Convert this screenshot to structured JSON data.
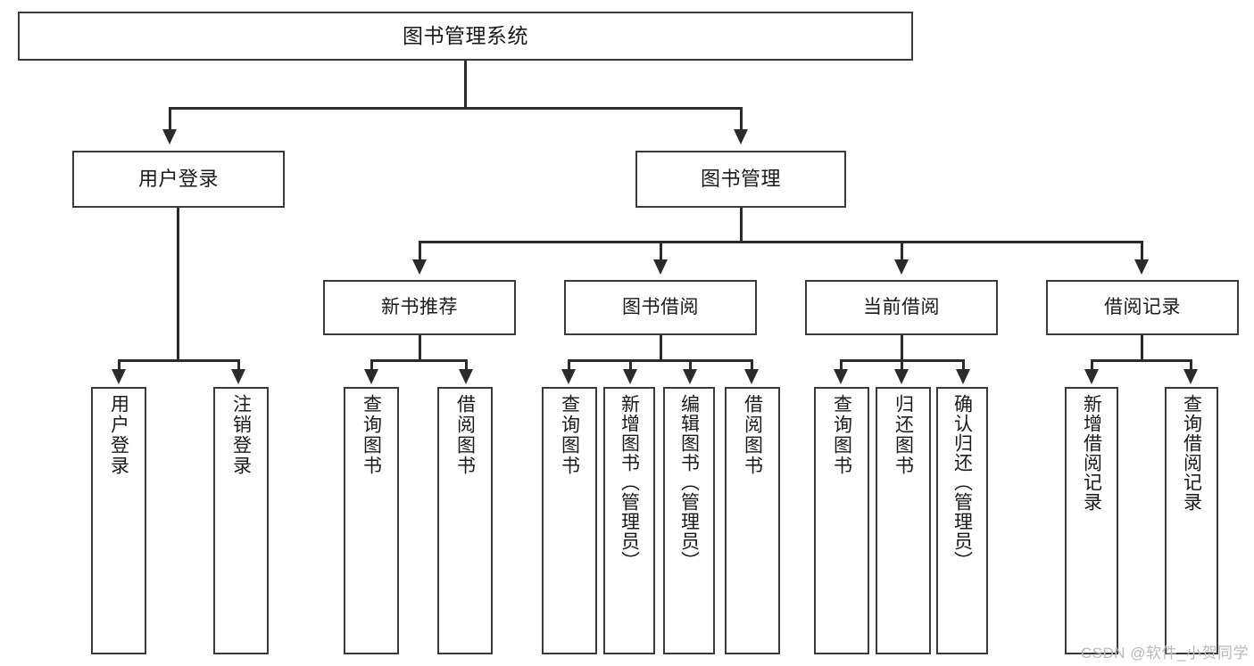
{
  "diagram": {
    "title": "图书管理系统",
    "type": "functional-structure-tree",
    "watermark": "CSDN @软件_小贺同学"
  },
  "root": {
    "label": "图书管理系统"
  },
  "level2": [
    {
      "label": "用户登录"
    },
    {
      "label": "图书管理"
    }
  ],
  "level3": [
    {
      "label": "新书推荐"
    },
    {
      "label": "图书借阅"
    },
    {
      "label": "当前借阅"
    },
    {
      "label": "借阅记录"
    }
  ],
  "leaves": {
    "user_login": [
      {
        "label": "用户登录"
      },
      {
        "label": "注销登录"
      }
    ],
    "new_book": [
      {
        "label": "查询图书"
      },
      {
        "label": "借阅图书"
      }
    ],
    "book_borrow": [
      {
        "label": "查询图书"
      },
      {
        "label": "新增图书（管理员）"
      },
      {
        "label": "编辑图书（管理员）"
      },
      {
        "label": "借阅图书"
      }
    ],
    "current_borrow": [
      {
        "label": "查询图书"
      },
      {
        "label": "归还图书"
      },
      {
        "label": "确认归还（管理员）"
      }
    ],
    "borrow_record": [
      {
        "label": "新增借阅记录"
      },
      {
        "label": "查询借阅记录"
      }
    ]
  },
  "colors": {
    "border": "#3a3a3a",
    "connector": "#2b2b2b",
    "background": "#ffffff",
    "text": "#1a1a1a",
    "watermark": "#b9b9b9"
  }
}
